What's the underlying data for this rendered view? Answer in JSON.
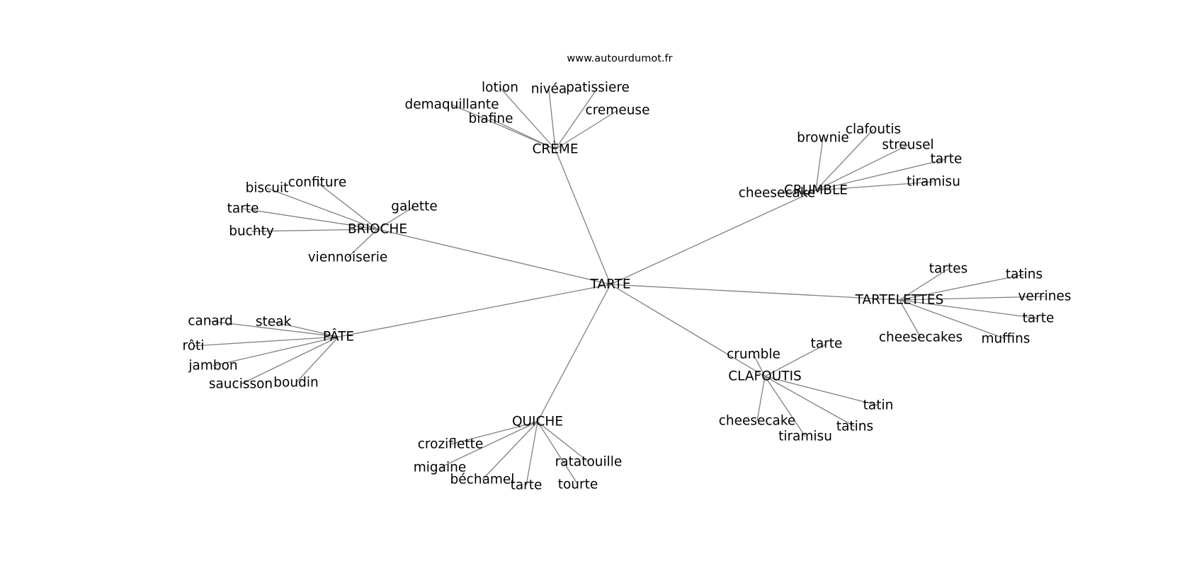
{
  "source": "www.autourdumot.fr",
  "center": {
    "label": "TARTE"
  },
  "clusters": [
    {
      "label": "CRÈME",
      "words": [
        "lotion",
        "nivéa",
        "patissiere",
        "demaquillante",
        "biafine",
        "cremeuse"
      ]
    },
    {
      "label": "CRUMBLE",
      "words": [
        "brownie",
        "clafoutis",
        "streusel",
        "tarte",
        "tiramisu",
        "cheesecake"
      ]
    },
    {
      "label": "BRIOCHE",
      "words": [
        "confiture",
        "biscuit",
        "galette",
        "tarte",
        "buchty",
        "viennoiserie"
      ]
    },
    {
      "label": "TARTELETTES",
      "words": [
        "tartes",
        "tatins",
        "verrines",
        "tarte",
        "muffins",
        "cheesecakes"
      ]
    },
    {
      "label": "PÂTE",
      "words": [
        "canard",
        "steak",
        "rôti",
        "jambon",
        "saucisson",
        "boudin"
      ]
    },
    {
      "label": "CLAFOUTIS",
      "words": [
        "tarte",
        "crumble",
        "tatin",
        "tatins",
        "tiramisu",
        "cheesecake"
      ]
    },
    {
      "label": "QUICHE",
      "words": [
        "croziflette",
        "migaine",
        "béchamel",
        "tarte",
        "tourte",
        "ratatouille"
      ]
    }
  ]
}
